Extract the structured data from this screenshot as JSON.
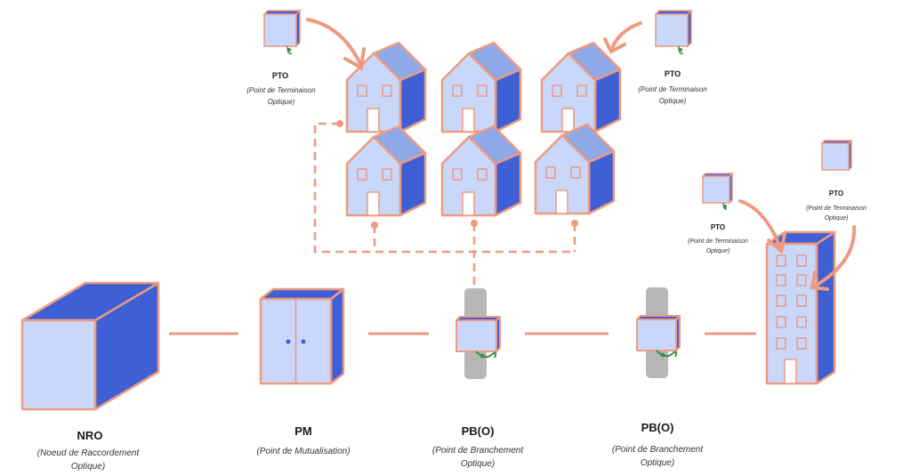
{
  "colors": {
    "line": "#ee9a80",
    "face_light": "#c9d7fb",
    "face_dark": "#3f5fd4",
    "roof": "#8fa9e8",
    "pole": "#b7b7b7",
    "wire": "#3a8f45"
  },
  "nodes": {
    "nro": {
      "title": "NRO",
      "subtitle_1": "(Noeud de Raccordement",
      "subtitle_2": "Optique)"
    },
    "pm": {
      "title": "PM",
      "subtitle_1": "(Point de Mutualisation)"
    },
    "pbo_1": {
      "title": "PB(O)",
      "subtitle_1": "(Point de Branchement",
      "subtitle_2": "Optique)"
    },
    "pbo_2": {
      "title": "PB(O)",
      "subtitle_1": "(Point de Branchement",
      "subtitle_2": "Optique)"
    }
  },
  "pto_labels": [
    {
      "title": "PTO",
      "subtitle_1": "(Point de Terminaison",
      "subtitle_2": "Optique)"
    },
    {
      "title": "PTO",
      "subtitle_1": "(Point de Terminaison",
      "subtitle_2": "Optique)"
    },
    {
      "title": "PTO",
      "subtitle_1": "(Point de Terminaison",
      "subtitle_2": "Optique)"
    },
    {
      "title": "PTO",
      "subtitle_1": "(Point de Terminaison",
      "subtitle_2": "Optique)"
    }
  ],
  "icons": {
    "nro": "data-center-cube-icon",
    "pm": "cabinet-icon",
    "pbo": "pole-box-icon",
    "house": "house-icon",
    "building": "apartment-building-icon",
    "pto": "wall-outlet-icon"
  }
}
